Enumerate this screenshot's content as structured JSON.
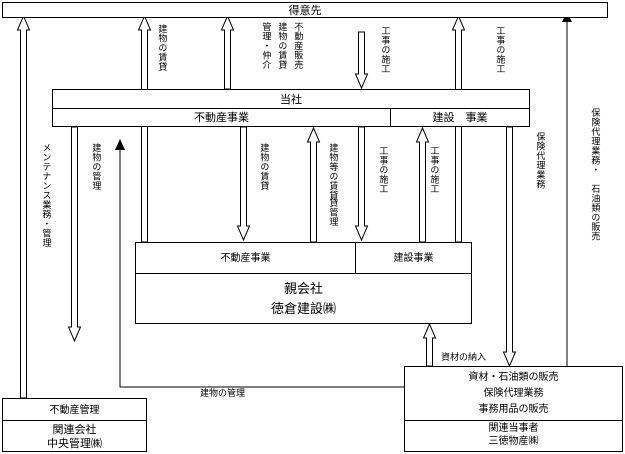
{
  "customer": "得意先",
  "company": {
    "title": "当社",
    "real_estate": "不動産事業",
    "construction": "建設　事業"
  },
  "parent": {
    "real_estate": "不動産事業",
    "construction": "建設事業",
    "line1": "親会社",
    "line2": "徳倉建設㈱"
  },
  "affiliate_mgmt": {
    "header": "不動産管理",
    "line1": "関連会社",
    "line2": "中央管理㈱"
  },
  "related_party": {
    "items": [
      "資材・石油類の販売",
      "保険代理業務",
      "事務用品の販売"
    ],
    "line1": "関連当事者",
    "line2": "三徳物産㈱"
  },
  "labels": {
    "top_rent": "建物の賃貸",
    "top_sales_col1": "不動産販売",
    "top_sales_col2": "建物の賃貸",
    "top_sales_col3": "管理・仲介",
    "top_construction1": "工事の施工",
    "top_construction2": "工事の施工",
    "left_maintenance": "メンテナンス業務・管理",
    "left_bldg_mgmt": "建物の管理",
    "mid_rent": "建物の賃貸",
    "mid_lease_col1": "建物等の賃貸",
    "mid_lease_col2": "貸管理",
    "mid_construction1": "工事の施工",
    "mid_construction2": "工事の施工",
    "insurance": "保険代理業務",
    "right_col1": "保険代理業務・",
    "right_col2": "石油類の販売",
    "materials": "資材の納入",
    "bottom_bldg_mgmt": "建物の管理"
  }
}
